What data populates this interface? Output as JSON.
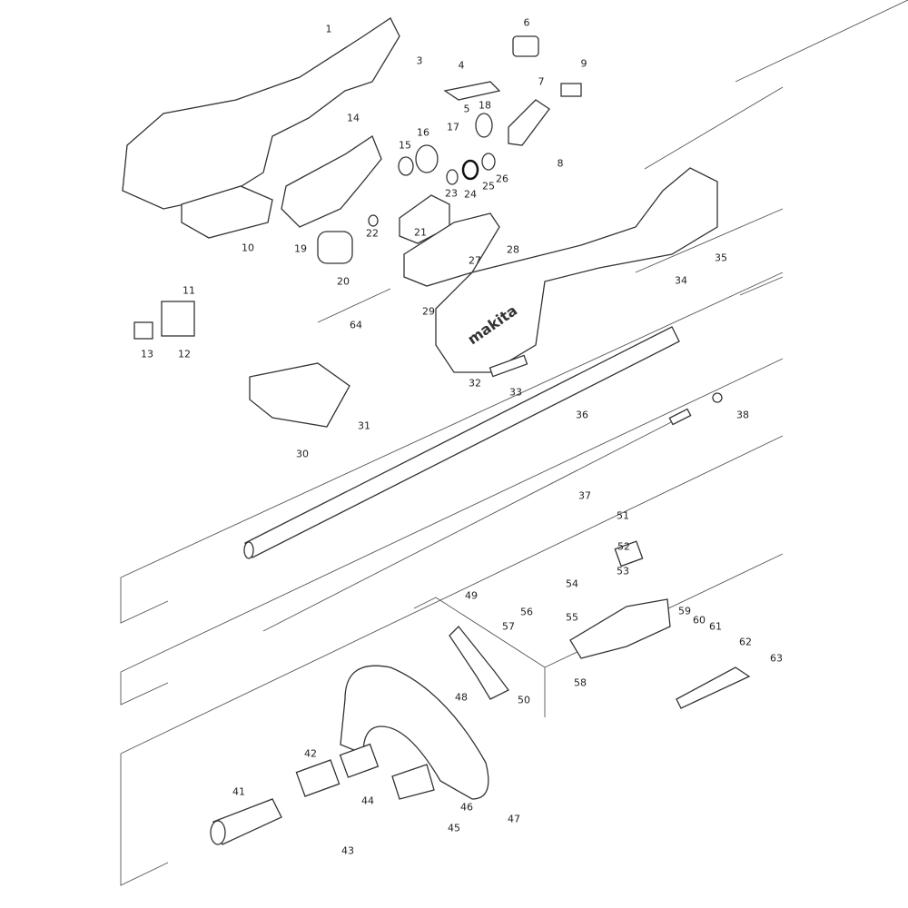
{
  "diagram": {
    "title": "Exploded parts diagram",
    "brand_logo_text": "makita",
    "part_numbers": [
      "1",
      "3",
      "4",
      "5",
      "6",
      "7",
      "8",
      "9",
      "10",
      "11",
      "12",
      "13",
      "14",
      "15",
      "16",
      "17",
      "18",
      "19",
      "20",
      "21",
      "22",
      "23",
      "24",
      "25",
      "26",
      "27",
      "28",
      "29",
      "30",
      "31",
      "32",
      "33",
      "34",
      "35",
      "36",
      "37",
      "38",
      "41",
      "42",
      "43",
      "44",
      "45",
      "46",
      "47",
      "48",
      "49",
      "50",
      "51",
      "52",
      "53",
      "54",
      "55",
      "56",
      "57",
      "58",
      "59",
      "60",
      "61",
      "62",
      "63",
      "64"
    ]
  }
}
